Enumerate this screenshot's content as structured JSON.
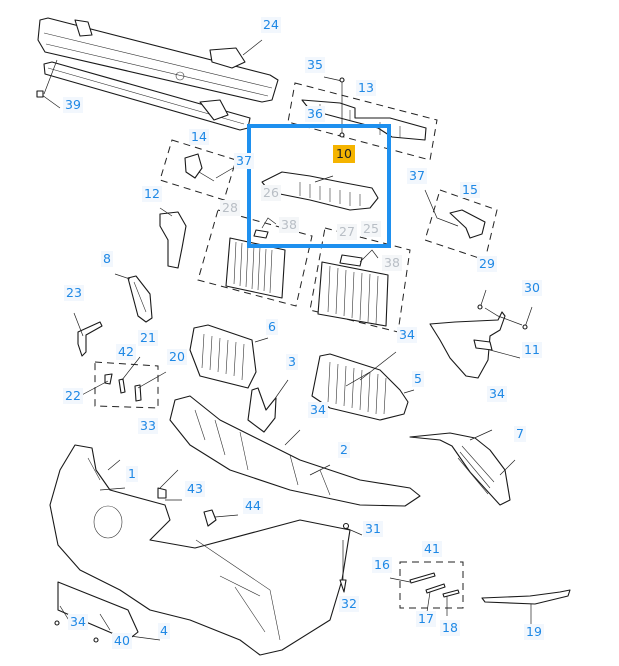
{
  "diagram": {
    "title": "Front bumper assembly exploded parts diagram",
    "colors": {
      "callout_text": "#1e88e5",
      "callout_dim_text": "#b8bec5",
      "active_callout_bg": "#f5b400",
      "highlight_border": "#1e90ef"
    },
    "selected_part": "10",
    "callouts": [
      {
        "id": "c24",
        "label": "24",
        "state": "normal"
      },
      {
        "id": "c39",
        "label": "39",
        "state": "normal"
      },
      {
        "id": "c35",
        "label": "35",
        "state": "normal"
      },
      {
        "id": "c13",
        "label": "13",
        "state": "normal"
      },
      {
        "id": "c36",
        "label": "36",
        "state": "normal"
      },
      {
        "id": "c14",
        "label": "14",
        "state": "normal"
      },
      {
        "id": "c37a",
        "label": "37",
        "state": "normal"
      },
      {
        "id": "c10",
        "label": "10",
        "state": "active"
      },
      {
        "id": "c26",
        "label": "26",
        "state": "dim"
      },
      {
        "id": "c28",
        "label": "28",
        "state": "dim"
      },
      {
        "id": "c38a",
        "label": "38",
        "state": "dim"
      },
      {
        "id": "c27",
        "label": "27",
        "state": "dim"
      },
      {
        "id": "c25",
        "label": "25",
        "state": "dim"
      },
      {
        "id": "c38b",
        "label": "38",
        "state": "dim"
      },
      {
        "id": "c37b",
        "label": "37",
        "state": "normal"
      },
      {
        "id": "c15",
        "label": "15",
        "state": "normal"
      },
      {
        "id": "c12",
        "label": "12",
        "state": "normal"
      },
      {
        "id": "c29",
        "label": "29",
        "state": "normal"
      },
      {
        "id": "c30",
        "label": "30",
        "state": "normal"
      },
      {
        "id": "c8",
        "label": "8",
        "state": "normal"
      },
      {
        "id": "c23",
        "label": "23",
        "state": "normal"
      },
      {
        "id": "c6",
        "label": "6",
        "state": "normal"
      },
      {
        "id": "c21",
        "label": "21",
        "state": "normal"
      },
      {
        "id": "c42",
        "label": "42",
        "state": "normal"
      },
      {
        "id": "c20",
        "label": "20",
        "state": "normal"
      },
      {
        "id": "c22",
        "label": "22",
        "state": "normal"
      },
      {
        "id": "c3",
        "label": "3",
        "state": "normal"
      },
      {
        "id": "c34a",
        "label": "34",
        "state": "normal"
      },
      {
        "id": "c11",
        "label": "11",
        "state": "normal"
      },
      {
        "id": "c5",
        "label": "5",
        "state": "normal"
      },
      {
        "id": "c34b",
        "label": "34",
        "state": "normal"
      },
      {
        "id": "c34c",
        "label": "34",
        "state": "normal"
      },
      {
        "id": "c7",
        "label": "7",
        "state": "normal"
      },
      {
        "id": "c33",
        "label": "33",
        "state": "normal"
      },
      {
        "id": "c2",
        "label": "2",
        "state": "normal"
      },
      {
        "id": "c1",
        "label": "1",
        "state": "normal"
      },
      {
        "id": "c43",
        "label": "43",
        "state": "normal"
      },
      {
        "id": "c44",
        "label": "44",
        "state": "normal"
      },
      {
        "id": "c31",
        "label": "31",
        "state": "normal"
      },
      {
        "id": "c41",
        "label": "41",
        "state": "normal"
      },
      {
        "id": "c16",
        "label": "16",
        "state": "normal"
      },
      {
        "id": "c17",
        "label": "17",
        "state": "normal"
      },
      {
        "id": "c18",
        "label": "18",
        "state": "normal"
      },
      {
        "id": "c19",
        "label": "19",
        "state": "normal"
      },
      {
        "id": "c32",
        "label": "32",
        "state": "normal"
      },
      {
        "id": "c34d",
        "label": "34",
        "state": "normal"
      },
      {
        "id": "c40",
        "label": "40",
        "state": "normal"
      },
      {
        "id": "c4",
        "label": "4",
        "state": "normal"
      }
    ]
  }
}
